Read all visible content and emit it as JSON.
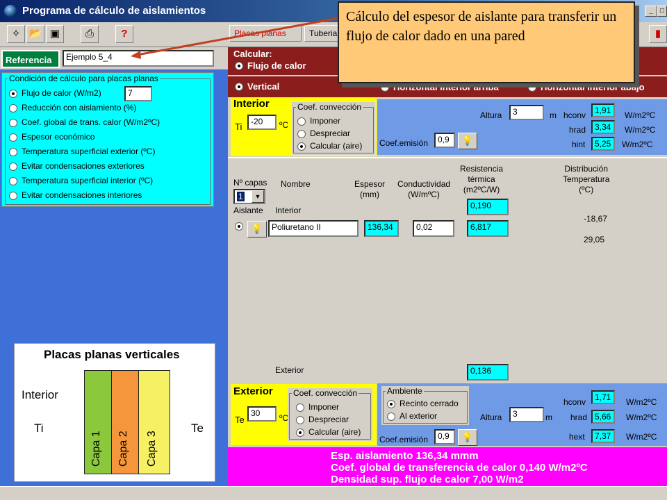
{
  "window": {
    "title": "Programa de cálculo de aislamientos"
  },
  "toolbar": {
    "tab_placas": "Placas planas",
    "tab_tuberias": "Tuberia"
  },
  "referencia": {
    "label": "Referencia",
    "value": "Ejemplo 5_4"
  },
  "condicion": {
    "title": "Condición de cálculo para placas planas",
    "options": [
      "Flujo de calor  (W/m2)",
      "Reducción con aislamiento (%)",
      "Coef. global de trans. calor (W/m2ºC)",
      "Espesor económico",
      "Temperatura superficial exterior (ºC)",
      "Evitar condensaciones exteriores",
      "Temperatura superficial interior (ºC)",
      "Evitar condensaciones interiores"
    ],
    "flujo_value": "7"
  },
  "diagram": {
    "title": "Placas planas verticales",
    "interior": "Interior",
    "ti": "Ti",
    "te": "Te",
    "capa1": "Capa 1",
    "capa2": "Capa 2",
    "capa3": "Capa 3",
    "colors": {
      "capa1": "#8cc83c",
      "capa2": "#f5963c",
      "capa3": "#f5f064"
    }
  },
  "calcular": {
    "label": "Calcular:",
    "flujo": "Flujo de calor",
    "vertical": "Vertical",
    "hz_arriba": "Horizontal interior arriba",
    "hz_abajo": "Horizontal interior abajo"
  },
  "interior": {
    "title": "Interior",
    "ti_label": "Ti",
    "ti_value": "-20",
    "unit_c": "ºC",
    "conv_title": "Coef. convección",
    "conv_opts": [
      "Imponer",
      "Despreciar",
      "Calcular (aire)"
    ],
    "altura_label": "Altura",
    "altura_value": "3",
    "altura_unit": "m",
    "emision_label": "Coef.emisión",
    "emision_value": "0,9",
    "hconv_label": "hconv",
    "hconv_value": "1,91",
    "hrad_label": "hrad",
    "hrad_value": "3,34",
    "hint_label": "hint",
    "hint_value": "5,25",
    "unit_w": "W/m2ºC"
  },
  "capas": {
    "ncapas_label": "Nº capas",
    "ncapas_value": "1",
    "h_nombre": "Nombre",
    "h_espesor": "Espesor\n(mm)",
    "h_cond": "Conductividad\n(W/mºC)",
    "h_resist": "Resistencia\ntérmica\n(m2ºC/W)",
    "h_dist": "Distribución\nTemperatura\n(ºC)",
    "aislante": "Aislante",
    "interior": "Interior",
    "r_interior": "0,190",
    "t1": "-18,67",
    "nombre": "Poliuretano II",
    "espesor": "136,34",
    "conductividad": "0,02",
    "resist": "6,817",
    "t2": "29,05",
    "exterior": "Exterior",
    "r_exterior": "0,136"
  },
  "exterior": {
    "title": "Exterior",
    "te_label": "Te",
    "te_value": "30",
    "unit_c": "ºC",
    "conv_title": "Coef. convección",
    "conv_opts": [
      "Imponer",
      "Despreciar",
      "Calcular (aire)"
    ],
    "amb_title": "Ambiente",
    "amb_opts": [
      "Recinto cerrado",
      "Al exterior"
    ],
    "altura_label": "Altura",
    "altura_value": "3",
    "altura_unit": "m",
    "emision_label": "Coef.emisión",
    "emision_value": "0,9",
    "hconv_label": "hconv",
    "hconv_value": "1,71",
    "hrad_label": "hrad",
    "hrad_value": "5,66",
    "hext_label": "hext",
    "hext_value": "7,37",
    "unit_w": "W/m2ºC"
  },
  "results": {
    "line1": "Esp. aislamiento 136,34 mmm",
    "line2": "Coef. global de transferencia de calor 0,140 W/m2ºC",
    "line3": "Densidad sup. flujo de calor 7,00 W/m2"
  },
  "callout": {
    "text": "Cálculo del espesor de aislante para transferir un flujo de calor dado en una pared"
  }
}
